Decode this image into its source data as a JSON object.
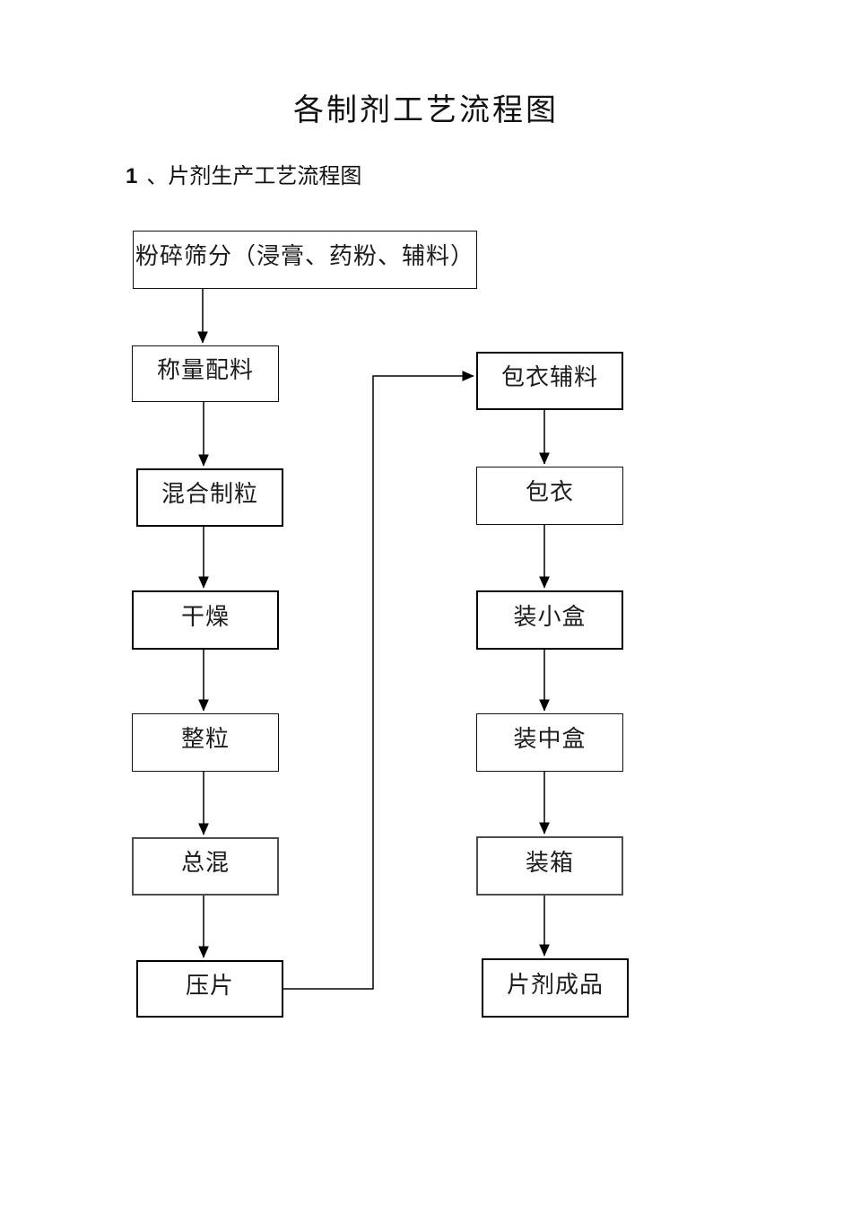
{
  "page": {
    "title": "各制剂工艺流程图",
    "section": {
      "number": "1",
      "heading": "、片剂生产工艺流程图"
    }
  },
  "flowchart": {
    "left_column": [
      {
        "label": "粉碎筛分（浸膏、药粉、辅料）"
      },
      {
        "label": "称量配料"
      },
      {
        "label": "混合制粒"
      },
      {
        "label": "干燥"
      },
      {
        "label": "整粒"
      },
      {
        "label": "总混"
      },
      {
        "label": "压片"
      }
    ],
    "right_column": [
      {
        "label": "包衣辅料"
      },
      {
        "label": "包衣"
      },
      {
        "label": "装小盒"
      },
      {
        "label": "装中盒"
      },
      {
        "label": "装箱"
      },
      {
        "label": "片剂成品"
      }
    ],
    "edges": [
      {
        "from": "粉碎筛分（浸膏、药粉、辅料）",
        "to": "称量配料"
      },
      {
        "from": "称量配料",
        "to": "混合制粒"
      },
      {
        "from": "混合制粒",
        "to": "干燥"
      },
      {
        "from": "干燥",
        "to": "整粒"
      },
      {
        "from": "整粒",
        "to": "总混"
      },
      {
        "from": "总混",
        "to": "压片"
      },
      {
        "from": "压片",
        "to": "包衣辅料"
      },
      {
        "from": "包衣辅料",
        "to": "包衣"
      },
      {
        "from": "包衣",
        "to": "装小盒"
      },
      {
        "from": "装小盒",
        "to": "装中盒"
      },
      {
        "from": "装中盒",
        "to": "装箱"
      },
      {
        "from": "装箱",
        "to": "片剂成品"
      }
    ],
    "colors": {
      "background": "#ffffff",
      "line": "#000000",
      "text": "#1c1c1c"
    }
  }
}
